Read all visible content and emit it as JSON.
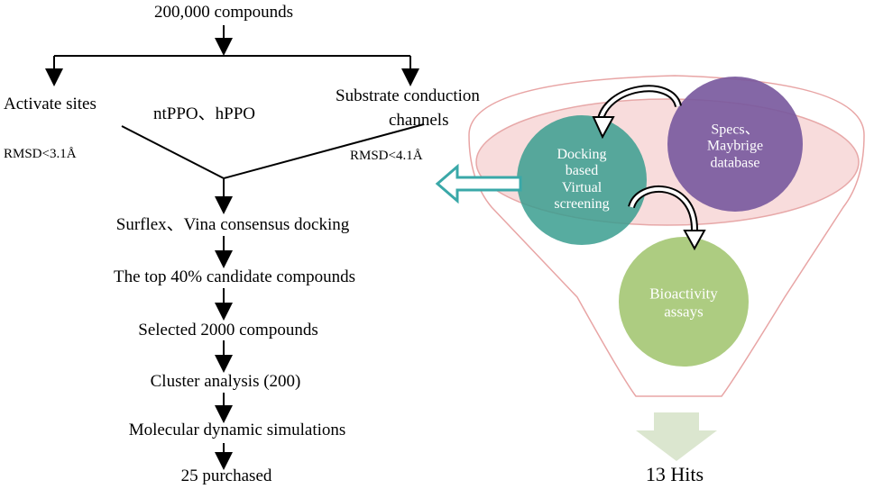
{
  "flow": {
    "start": "200,000 compounds",
    "left_branch": "Activate sites",
    "center_label": "ntPPO、hPPO",
    "right_branch_line1": "Substrate conduction",
    "right_branch_line2": "channels",
    "left_rmsd": "RMSD<3.1Å",
    "right_rmsd": "RMSD<4.1Å",
    "steps": [
      "Surflex、Vina consensus docking",
      "The top 40% candidate compounds",
      "Selected 2000 compounds",
      "Cluster analysis (200)",
      "Molecular dynamic simulations",
      "25 purchased"
    ]
  },
  "funnel": {
    "docking_circle": [
      "Docking",
      "based",
      "Virtual",
      "screening"
    ],
    "database_circle": [
      "Specs、",
      "Maybrige",
      "database"
    ],
    "assay_circle": [
      "Bioactivity",
      "assays"
    ],
    "result": "13 Hits"
  },
  "colors": {
    "docking": "#3a9e8f",
    "database": "#7a5a9e",
    "assays": "#a9c97a",
    "funnel_stroke": "#e8a5a5",
    "funnel_fill": "#fbe3e3",
    "arrow_teal": "#3aa8a8",
    "down_arrow": "#dbe6cf"
  }
}
